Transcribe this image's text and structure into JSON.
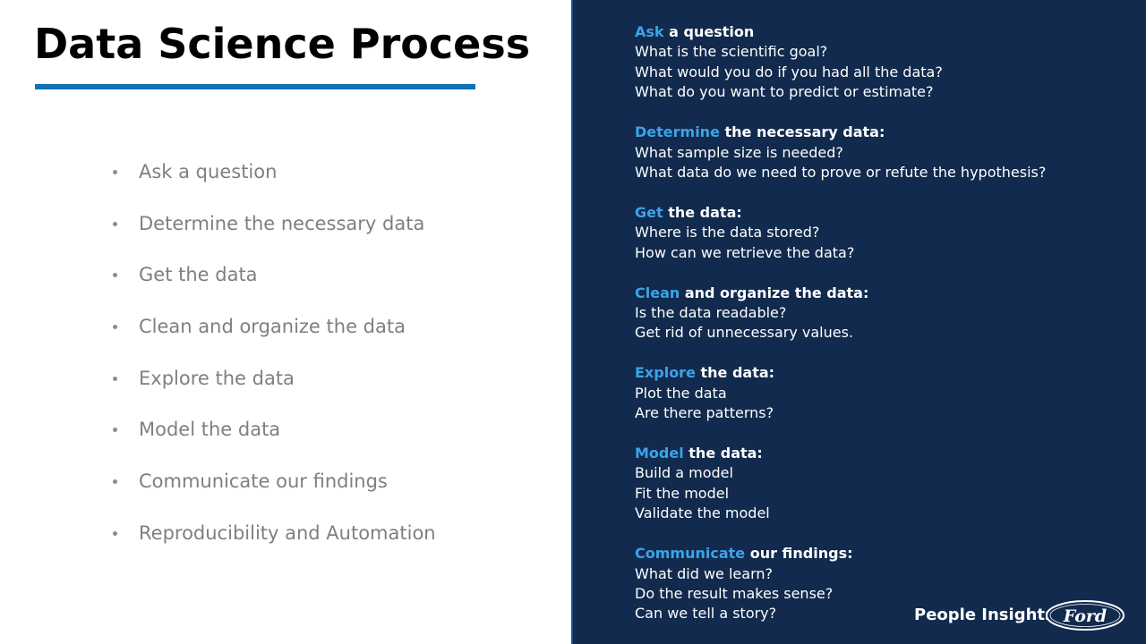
{
  "title": "Data Science Process",
  "steps": [
    "Ask a question",
    "Determine the necessary data",
    "Get the data",
    "Clean and organize the data",
    "Explore the data",
    "Model the data",
    "Communicate our findings",
    "Reproducibility and Automation"
  ],
  "sections": [
    {
      "keyword": "Ask",
      "heading_rest": " a question",
      "lines": [
        "What is the scientific goal?",
        "What would you do if you had all the data?",
        "What do you want to predict or estimate?"
      ]
    },
    {
      "keyword": "Determine",
      "heading_rest": " the necessary data:",
      "lines": [
        "What sample size is needed?",
        "What data do we need to prove or refute the hypothesis?"
      ]
    },
    {
      "keyword": "Get",
      "heading_rest": " the data:",
      "lines": [
        "Where is the data stored?",
        "How can we retrieve the data?"
      ]
    },
    {
      "keyword": "Clean",
      "heading_rest": " and organize the data:",
      "lines": [
        "Is the data readable?",
        "Get rid of unnecessary values."
      ]
    },
    {
      "keyword": "Explore",
      "heading_rest": " the data:",
      "lines": [
        "Plot the data",
        "Are there patterns?"
      ]
    },
    {
      "keyword": "Model",
      "heading_rest": " the data:",
      "lines": [
        "Build a model",
        "Fit the model",
        "Validate the model"
      ]
    },
    {
      "keyword": "Communicate",
      "heading_rest": " our findings:",
      "lines": [
        "What did we learn?",
        "Do the result makes sense?",
        "Can we tell a story?"
      ]
    }
  ],
  "footer": {
    "brand_text": "People Insights",
    "logo_text": "Ford",
    "logo_icon": "ford-oval-logo"
  },
  "colors": {
    "panel_background": "#112a4d",
    "accent_keyword": "#3ba4e8",
    "title_rule": "#0e71b8",
    "step_text": "#7f7f7f"
  }
}
